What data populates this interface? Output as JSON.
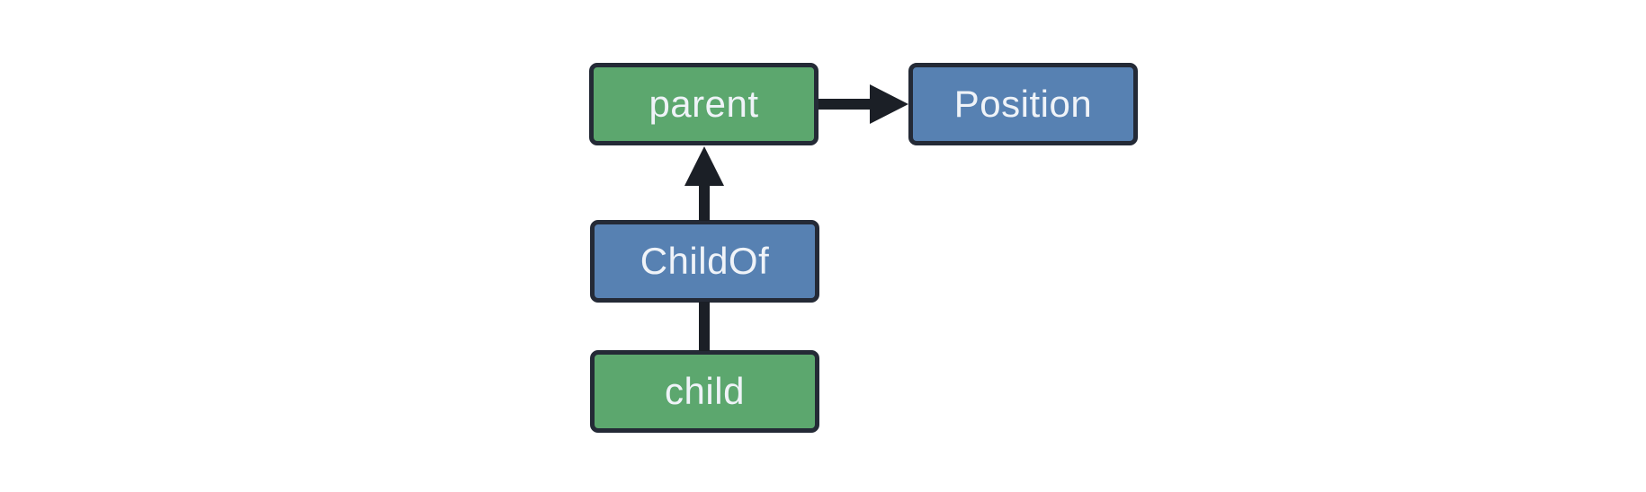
{
  "diagram": {
    "background": "#ffffff",
    "colors": {
      "node_border": "#242a36",
      "edge": "#1b1f26",
      "text": "#eff3f8",
      "entity_fill": "#5ca76e",
      "component_fill": "#5781b2"
    },
    "nodes": {
      "parent": {
        "label": "parent",
        "fill": "#5ca76e"
      },
      "position": {
        "label": "Position",
        "fill": "#5781b2"
      },
      "childof": {
        "label": "ChildOf",
        "fill": "#5781b2"
      },
      "child": {
        "label": "child",
        "fill": "#5ca76e"
      }
    },
    "edges": [
      {
        "from": "parent",
        "to": "Position",
        "connector": "arrow",
        "direction": "right"
      },
      {
        "from": "ChildOf",
        "to": "parent",
        "connector": "arrow",
        "direction": "up"
      },
      {
        "from": "child",
        "to": "ChildOf",
        "connector": "line",
        "direction": "up"
      }
    ]
  }
}
